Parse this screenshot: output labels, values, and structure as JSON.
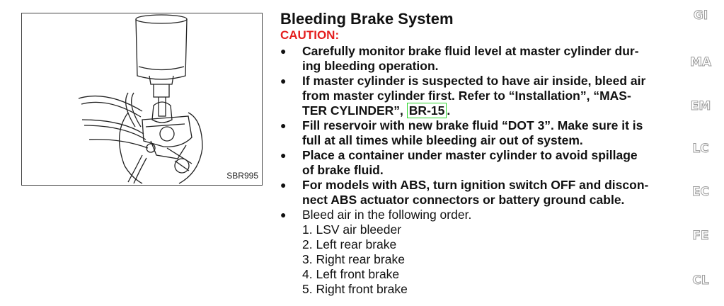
{
  "figure": {
    "code": "SBR995"
  },
  "heading": {
    "title": "Bleeding Brake System",
    "caution": "CAUTION:"
  },
  "items": [
    {
      "text": "Carefully monitor brake fluid level at master cylinder dur-\ning bleeding operation."
    },
    {
      "pre": "If master cylinder is suspected to have air inside, bleed air\nfrom master cylinder first. Refer to “Installation”, “MAS-\nTER CYLINDER”, ",
      "link": "BR-15",
      "post": "."
    },
    {
      "text": "Fill reservoir with new brake fluid “DOT 3”. Make sure it is\nfull at all times while bleeding air out of system."
    },
    {
      "text": "Place a container under master cylinder to avoid spillage\nof brake fluid."
    },
    {
      "text": "For models with ABS, turn ignition switch OFF and discon-\nnect ABS actuator connectors or battery ground cable."
    },
    {
      "text": "Bleed air in the following order."
    }
  ],
  "steps": [
    "1.  LSV air bleeder",
    "2.  Left rear brake",
    "3.  Right rear brake",
    "4.  Left front brake",
    "5.  Right front brake"
  ],
  "tabs": [
    "GI",
    "MA",
    "EM",
    "LC",
    "EC",
    "FE",
    "CL"
  ],
  "bullet": "●",
  "colors": {
    "caution": "#e41e1e",
    "link_border": "#2bd62b"
  }
}
